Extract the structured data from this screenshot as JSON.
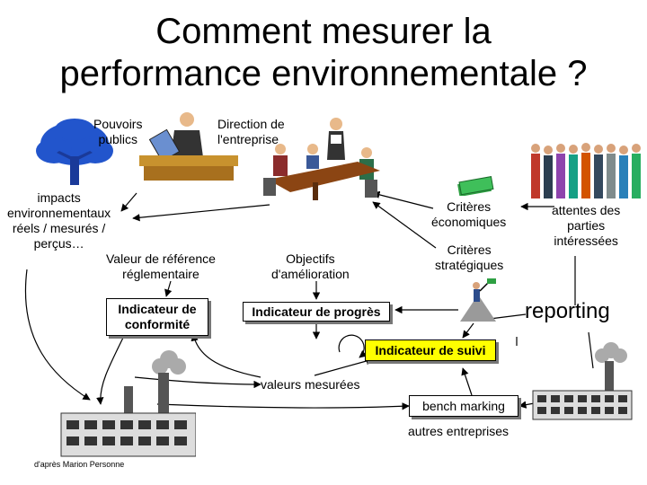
{
  "title": {
    "line1": "Comment mesurer la",
    "line2": "performance environnementale ?"
  },
  "labels": {
    "pouvoirs_publics": [
      "Pouvoirs",
      "publics"
    ],
    "direction": [
      "Direction de",
      "l'entreprise"
    ],
    "impacts": [
      "impacts",
      "environnementaux",
      "réels / mesurés /",
      "perçus…"
    ],
    "valeur_reference": [
      "Valeur de référence",
      "réglementaire"
    ],
    "objectifs": [
      "Objectifs",
      "d'amélioration"
    ],
    "criteres_eco": [
      "Critères",
      "économiques"
    ],
    "criteres_strat": [
      "Critères",
      "stratégiques"
    ],
    "attentes": [
      "attentes des",
      "parties",
      "intéressées"
    ],
    "reporting": "reporting",
    "valeurs_mesurees": "valeurs mesurées",
    "autres_entreprises": "autres entreprises",
    "credit": "d'après Marion Personne"
  },
  "boxes": {
    "conformite": [
      "Indicateur de",
      "conformité"
    ],
    "progres": "Indicateur de progrès",
    "suivi": "Indicateur de suivi",
    "benchmarking": "bench marking"
  },
  "colors": {
    "tree": "#2255cc",
    "money": "#2ea043",
    "table": "#8b4513",
    "highlight": "#ffff00"
  },
  "icons": [
    "tree-icon",
    "official-icon",
    "meeting-table-icon",
    "crowd-icon",
    "money-icon",
    "climber-icon",
    "factory-icon"
  ]
}
